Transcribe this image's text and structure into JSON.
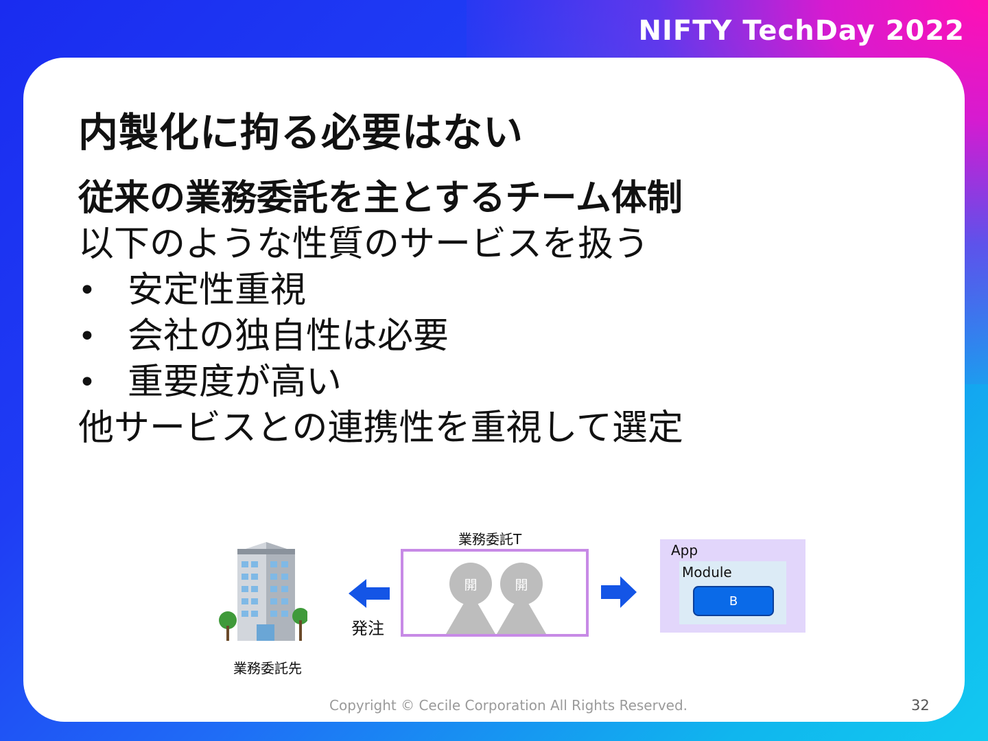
{
  "brand": "NIFTY TechDay 2022",
  "title": "内製化に拘る必要はない",
  "subheading": "従来の業務委託を主とするチーム体制",
  "lead": "以下のような性質のサービスを扱う",
  "bullets": [
    "安定性重視",
    "会社の独自性は必要",
    "重要度が高い"
  ],
  "bullet_glyph": "•",
  "closing": "他サービスとの連携性を重視して選定",
  "diagram": {
    "vendor_label": "業務委託先",
    "order_label": "発注",
    "team_label": "業務委託T",
    "dev_label": "開",
    "app_label": "App",
    "module_label": "Module",
    "component_label": "B"
  },
  "footer": "Copyright © Cecile Corporation All Rights Reserved.",
  "page_number": "32",
  "colors": {
    "accent_blue": "#1f4cf0",
    "accent_magenta": "#ff10b4",
    "team_border": "#c78ae6",
    "app_bg": "#e2d6fb",
    "module_bg": "#dcebf6",
    "component_blue": "#0a6ae8",
    "arrow_blue": "#1455e6"
  }
}
